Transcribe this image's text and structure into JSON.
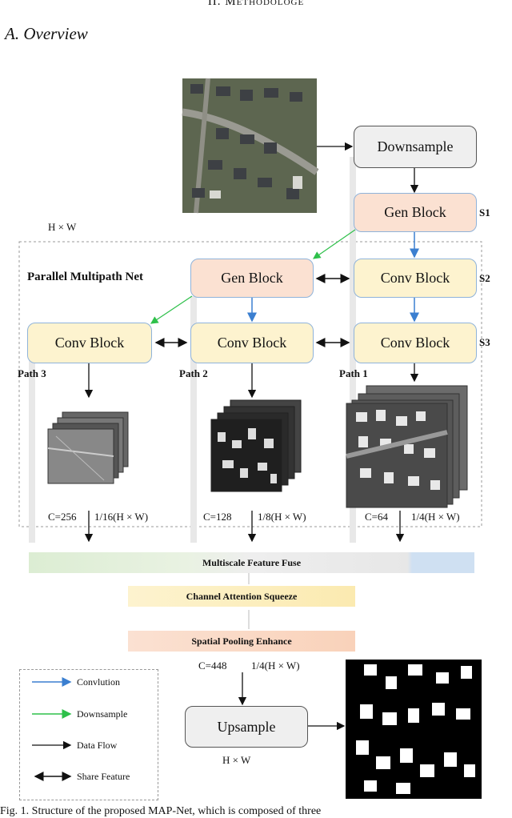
{
  "section_heading": "II.  Methodologe",
  "subsection_heading": "A.  Overview",
  "figure": {
    "input_label": "H × W",
    "downsample": "Downsample",
    "s1_gen": "Gen Block",
    "s1": "S1",
    "s2": "S2",
    "s3": "S3",
    "parallel_label": "Parallel Multipath Net",
    "gen_block_2": "Gen Block",
    "conv_s2": "Conv Block",
    "conv_p3": "Conv Block",
    "conv_p2": "Conv Block",
    "conv_p1": "Conv Block",
    "path3": "Path 3",
    "path2": "Path 2",
    "path1": "Path 1",
    "c3": "C=256",
    "r3": "1/16(H × W)",
    "c2": "C=128",
    "r2": "1/8(H × W)",
    "c1": "C=64",
    "r1": "1/4(H × W)",
    "fuse": "Multiscale Feature Fuse",
    "channel": "Channel Attention Squeeze",
    "spatial": "Spatial Pooling Enhance",
    "c_out": "C=448",
    "r_out": "1/4(H × W)",
    "upsample": "Upsample",
    "out_label": "H × W",
    "legend": {
      "conv": "Convlution",
      "down": "Downsample",
      "flow": "Data Flow",
      "share": "Share Feature"
    },
    "colors": {
      "blue_arrow": "#3b7fd0",
      "green_arrow": "#2ec04a",
      "gen": "#fbe1d2",
      "conv": "#fdf3cf"
    }
  },
  "caption": "Fig. 1.   Structure of the proposed MAP-Net, which is composed of three"
}
